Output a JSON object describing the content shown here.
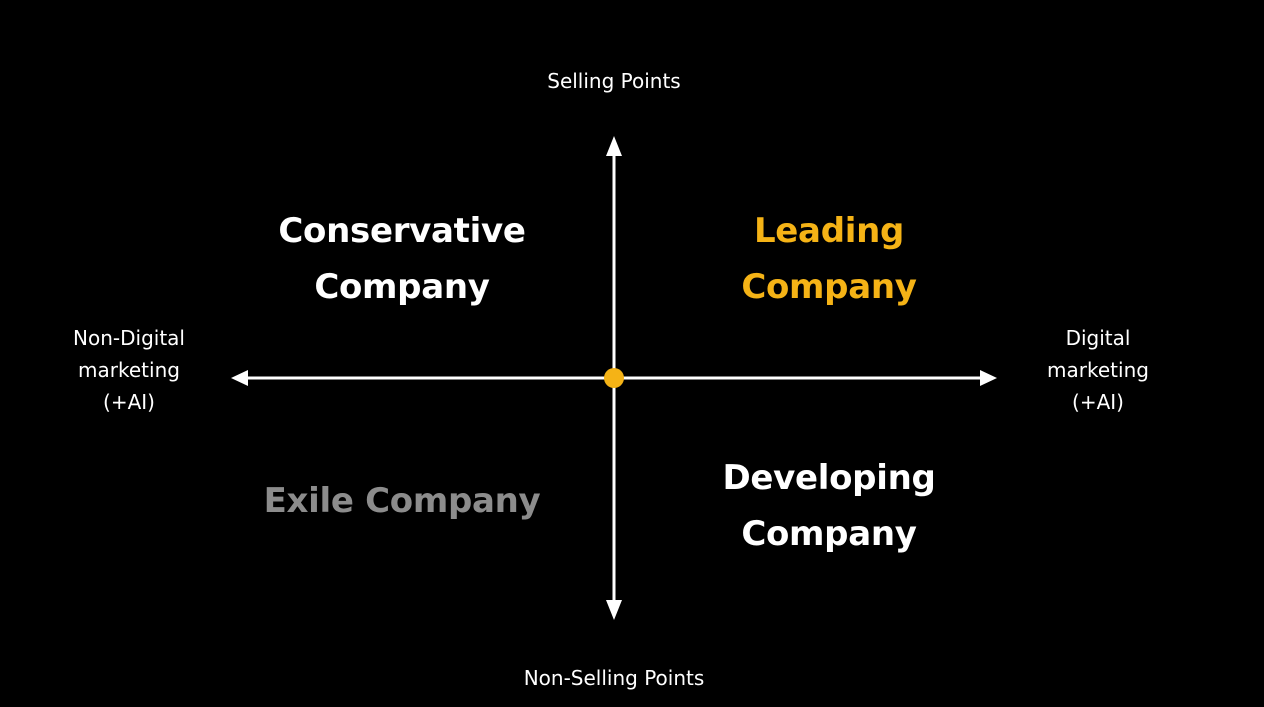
{
  "colors": {
    "background": "#000000",
    "axis": "#ffffff",
    "origin": "#f5b316",
    "leading": "#f5b316",
    "conservative": "#ffffff",
    "developing": "#ffffff",
    "exile": "#8c8c8c"
  },
  "axes": {
    "top": [
      "Selling Points"
    ],
    "bottom": [
      "Non-Selling Points"
    ],
    "left": [
      "Non-Digital",
      "marketing",
      "(+AI)"
    ],
    "right": [
      "Digital",
      "marketing",
      "(+AI)"
    ]
  },
  "quadrants": {
    "top_left": [
      "Conservative",
      "Company"
    ],
    "top_right": [
      "Leading",
      "Company"
    ],
    "bottom_left": [
      "Exile Company"
    ],
    "bottom_right": [
      "Developing",
      "Company"
    ]
  }
}
